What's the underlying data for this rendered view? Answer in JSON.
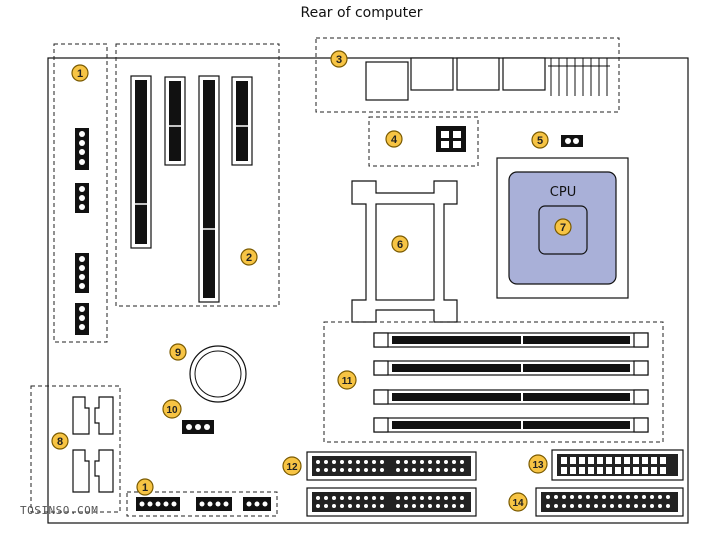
{
  "title": "Rear of computer",
  "watermark": "TOSINSO.COM",
  "cpu_label": "CPU",
  "colors": {
    "badge": "#f7c444",
    "cpu_fill": "#a9b0d8"
  },
  "badges": [
    "1",
    "2",
    "3",
    "4",
    "5",
    "6",
    "7",
    "8",
    "9",
    "10",
    "11",
    "12",
    "13",
    "14",
    "1"
  ]
}
